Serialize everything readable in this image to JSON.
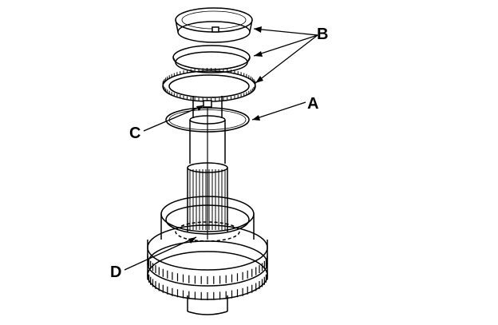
{
  "callouts": {
    "a": "A",
    "b": "B",
    "c": "C",
    "d": "D"
  },
  "colors": {
    "ink": "#000000",
    "paper": "#ffffff"
  }
}
